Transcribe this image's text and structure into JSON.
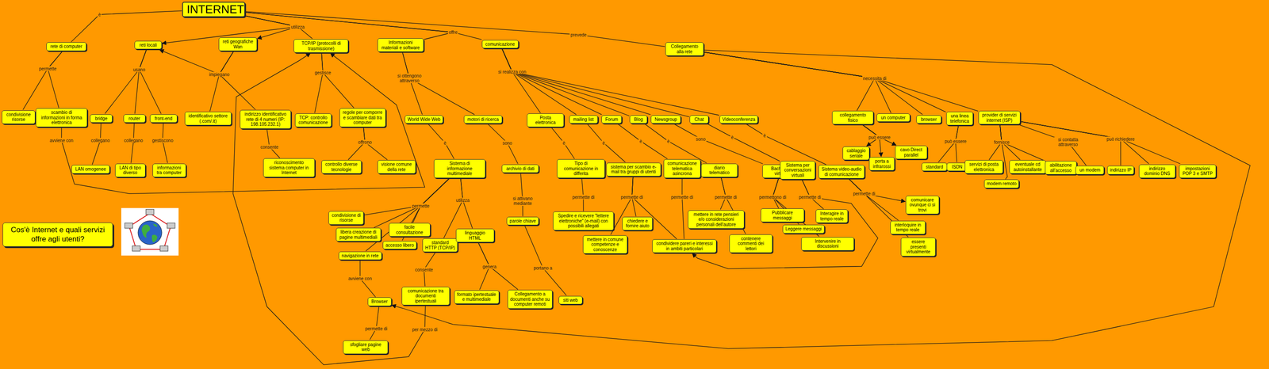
{
  "diagram": {
    "title": "Cos'è Internet e quali servizi offre agli utenti?",
    "nodes": [
      {
        "text": [
          "INTERNET"
        ]
      },
      {
        "text": [
          "rete di computer"
        ]
      },
      {
        "text": [
          "reti locali"
        ]
      },
      {
        "text": [
          "reti geografiche Wan"
        ]
      },
      {
        "text": [
          "TCP/IP (protocolli di trasmissione)"
        ]
      },
      {
        "text": [
          "Informazioni materiali e software"
        ]
      },
      {
        "text": [
          "comunicazione"
        ]
      },
      {
        "text": [
          "Collegamento alla rete"
        ]
      },
      {
        "text": [
          "condivisione risorse"
        ]
      },
      {
        "text": [
          "scambio di informazioni in forma elettronica"
        ]
      },
      {
        "text": [
          "bridge"
        ]
      },
      {
        "text": [
          "router"
        ]
      },
      {
        "text": [
          "front-end"
        ]
      },
      {
        "text": [
          "identificativo settore (.com/.it)"
        ]
      },
      {
        "text": [
          "indirizzo identificativo rete di 4 numeri (IP: 198.105.232.1)"
        ]
      },
      {
        "text": [
          "TCP: controllo comunicazione"
        ]
      },
      {
        "text": [
          "regole per comporre e scambiare dati tra computer"
        ]
      },
      {
        "text": [
          "World Wide Web"
        ]
      },
      {
        "text": [
          "motori di ricerca"
        ]
      },
      {
        "text": [
          "Posta elettronica"
        ]
      },
      {
        "text": [
          "mailing list"
        ]
      },
      {
        "text": [
          "Forum"
        ]
      },
      {
        "text": [
          "Blog"
        ]
      },
      {
        "text": [
          "Newsgroup"
        ]
      },
      {
        "text": [
          "Chat"
        ]
      },
      {
        "text": [
          "Videoconferenza"
        ]
      },
      {
        "text": [
          "collegamento fisico"
        ]
      },
      {
        "text": [
          "un computer"
        ]
      },
      {
        "text": [
          "browser"
        ]
      },
      {
        "text": [
          "una linea telefonica"
        ]
      },
      {
        "text": [
          "provider di servizi internet (ISP)"
        ]
      },
      {
        "text": [
          "LAN omogenee"
        ]
      },
      {
        "text": [
          "LAN di tipo diverso"
        ]
      },
      {
        "text": [
          "informazioni tra computer"
        ]
      },
      {
        "text": [
          "riconoscimento sistema computer in Internet"
        ]
      },
      {
        "text": [
          "controllo diverse tecnologie"
        ]
      },
      {
        "text": [
          "visione comune della rete"
        ]
      },
      {
        "text": [
          "Sistema di informazione multimediale"
        ]
      },
      {
        "text": [
          "archivio di dati"
        ]
      },
      {
        "text": [
          "Tipo di comunicazione in differita"
        ]
      },
      {
        "text": [
          "sistema per scambio e-mail tra gruppi di utenti"
        ]
      },
      {
        "text": [
          "comunicazione telematica asincrona"
        ]
      },
      {
        "text": [
          "diario telematico"
        ]
      },
      {
        "text": [
          "Bacheche virtuali"
        ]
      },
      {
        "text": [
          "Sistema per conversazioni virtuali"
        ]
      },
      {
        "text": [
          "Sistema video-audio di comunicazione"
        ]
      },
      {
        "text": [
          "cablaggio seriale"
        ]
      },
      {
        "text": [
          "porta a infrarossi"
        ]
      },
      {
        "text": [
          "cavo Direct parallel"
        ]
      },
      {
        "text": [
          "standard"
        ]
      },
      {
        "text": [
          "ISDN"
        ]
      },
      {
        "text": [
          "servizi di posta elettronica"
        ]
      },
      {
        "text": [
          "eventuale cd autoinstallante"
        ]
      },
      {
        "text": [
          "abilitazione all'accesso"
        ]
      },
      {
        "text": [
          "un modem"
        ]
      },
      {
        "text": [
          "indirizzo IP"
        ]
      },
      {
        "text": [
          "indirizzo dominio DNS"
        ]
      },
      {
        "text": [
          "impostazioni POP 3 e SMTP"
        ]
      },
      {
        "text": [
          "modem remoto"
        ]
      },
      {
        "text": [
          "comunicare ovunque ci si trovi"
        ]
      },
      {
        "text": [
          "condivisione di risorse"
        ]
      },
      {
        "text": [
          "libera creazione di pagine multimediali"
        ]
      },
      {
        "text": [
          "facile consultazione"
        ]
      },
      {
        "text": [
          "accesso libero"
        ]
      },
      {
        "text": [
          "navigazione in rete"
        ]
      },
      {
        "text": [
          "standard HTTP (TCP/IP)"
        ]
      },
      {
        "text": [
          "linguaggio HTML"
        ]
      },
      {
        "text": [
          "parole chiave"
        ]
      },
      {
        "text": [
          "Spedire e ricevere \"lettere elettroniche\" (e-mail) con possibili allegati"
        ]
      },
      {
        "text": [
          "mettere in comune competenze e conoscenze"
        ]
      },
      {
        "text": [
          "chiedere e fornire aiuto"
        ]
      },
      {
        "text": [
          "condividere pareri e interessi in ambiti particolari"
        ]
      },
      {
        "text": [
          "mettere in rete pensieri e/o considerazioni personali dell'autore"
        ]
      },
      {
        "text": [
          "contenere commenti dei lettori"
        ]
      },
      {
        "text": [
          "Pubblicare messaggi"
        ]
      },
      {
        "text": [
          "Leggere messaggi"
        ]
      },
      {
        "text": [
          "Intervenire in discussioni"
        ]
      },
      {
        "text": [
          "Interagire in tempo reale"
        ]
      },
      {
        "text": [
          "interloquire in tempo reale"
        ]
      },
      {
        "text": [
          "essere presenti virtualmente"
        ]
      },
      {
        "text": [
          "Browser"
        ]
      },
      {
        "text": [
          "comunicazione tra documenti ipertestuali"
        ]
      },
      {
        "text": [
          "formato ipertestuale e multimediale"
        ]
      },
      {
        "text": [
          "Collegamento a documenti anche su computer remoti"
        ]
      },
      {
        "text": [
          "siti web"
        ]
      },
      {
        "text": [
          "sfogliare pagine web"
        ]
      }
    ],
    "edges": [
      {
        "from": 0,
        "to": 1,
        "arrow": "none",
        "label": "è"
      },
      {
        "from": 0,
        "to": 2,
        "arrow": "to",
        "label": "utilizza"
      },
      {
        "from": 0,
        "to": 3,
        "arrow": "to"
      },
      {
        "from": 0,
        "to": 4,
        "arrow": "none"
      },
      {
        "from": 0,
        "to": 5,
        "arrow": "none",
        "label": "offre"
      },
      {
        "from": 0,
        "to": 6,
        "arrow": "none"
      },
      {
        "from": 0,
        "to": 7,
        "arrow": "none",
        "label": "prevede"
      },
      {
        "from": 1,
        "to": 8,
        "arrow": "none",
        "label": "permette"
      },
      {
        "from": 1,
        "to": 9,
        "arrow": "none"
      },
      {
        "from": 9,
        "to": 4,
        "arrow": "to",
        "label": "avviene con"
      },
      {
        "from": 2,
        "to": 10,
        "arrow": "none",
        "label": "usano"
      },
      {
        "from": 2,
        "to": 11,
        "arrow": "none"
      },
      {
        "from": 2,
        "to": 12,
        "arrow": "none"
      },
      {
        "from": 10,
        "to": 31,
        "arrow": "none",
        "label": "collegano"
      },
      {
        "from": 11,
        "to": 32,
        "arrow": "none",
        "label": "collegano"
      },
      {
        "from": 12,
        "to": 33,
        "arrow": "none",
        "label": "gestiscono"
      },
      {
        "from": 3,
        "to": 13,
        "arrow": "none",
        "label": "impiegano"
      },
      {
        "from": 3,
        "to": 14,
        "arrow": "none"
      },
      {
        "from": 3,
        "to": 2,
        "arrow": "to"
      },
      {
        "from": 14,
        "to": 34,
        "arrow": "none",
        "label": "consente"
      },
      {
        "from": 4,
        "to": 15,
        "arrow": "none",
        "label": "gestisce"
      },
      {
        "from": 4,
        "to": 16,
        "arrow": "none"
      },
      {
        "from": 16,
        "to": 35,
        "arrow": "none",
        "label": "offrono"
      },
      {
        "from": 16,
        "to": 36,
        "arrow": "none"
      },
      {
        "from": 5,
        "to": 17,
        "arrow": "none",
        "label": "si ottengono attraverso"
      },
      {
        "from": 5,
        "to": 18,
        "arrow": "none"
      },
      {
        "from": 17,
        "to": 37,
        "arrow": "none",
        "label": "è"
      },
      {
        "from": 18,
        "to": 38,
        "arrow": "none",
        "label": "sono"
      },
      {
        "from": 38,
        "to": 67,
        "arrow": "none",
        "label": "si attivano mediante"
      },
      {
        "from": 67,
        "to": 84,
        "arrow": "none",
        "label": "portano a"
      },
      {
        "from": 37,
        "to": 60,
        "arrow": "none",
        "label": "permette"
      },
      {
        "from": 37,
        "to": 61,
        "arrow": "none"
      },
      {
        "from": 37,
        "to": 62,
        "arrow": "none"
      },
      {
        "from": 37,
        "to": 63,
        "arrow": "none"
      },
      {
        "from": 37,
        "to": 64,
        "arrow": "none"
      },
      {
        "from": 37,
        "to": 65,
        "arrow": "none",
        "label": "utilizza"
      },
      {
        "from": 37,
        "to": 66,
        "arrow": "none"
      },
      {
        "from": 64,
        "to": 80,
        "arrow": "none",
        "label": "avviene con"
      },
      {
        "from": 80,
        "to": 85,
        "arrow": "none",
        "label": "permette di"
      },
      {
        "from": 65,
        "to": 81,
        "arrow": "none",
        "label": "consente"
      },
      {
        "from": 66,
        "to": 82,
        "arrow": "none",
        "label": "genera"
      },
      {
        "from": 66,
        "to": 83,
        "arrow": "none"
      },
      {
        "from": 81,
        "to": 4,
        "arrow": "to",
        "label": "per mezzo di"
      },
      {
        "from": 6,
        "to": 19,
        "arrow": "none",
        "label": "si realizza con"
      },
      {
        "from": 6,
        "to": 20,
        "arrow": "none"
      },
      {
        "from": 6,
        "to": 21,
        "arrow": "none"
      },
      {
        "from": 6,
        "to": 22,
        "arrow": "none"
      },
      {
        "from": 6,
        "to": 23,
        "arrow": "none"
      },
      {
        "from": 6,
        "to": 24,
        "arrow": "none"
      },
      {
        "from": 6,
        "to": 25,
        "arrow": "none"
      },
      {
        "from": 19,
        "to": 39,
        "arrow": "none",
        "label": "è"
      },
      {
        "from": 20,
        "to": 40,
        "arrow": "none",
        "label": "è"
      },
      {
        "from": 21,
        "to": 41,
        "arrow": "none",
        "label": "è"
      },
      {
        "from": 22,
        "to": 42,
        "arrow": "none",
        "label": "è"
      },
      {
        "from": 23,
        "to": 43,
        "arrow": "none",
        "label": "sono"
      },
      {
        "from": 24,
        "to": 44,
        "arrow": "none",
        "label": "è"
      },
      {
        "from": 25,
        "to": 45,
        "arrow": "none",
        "label": "è"
      },
      {
        "from": 39,
        "to": 68,
        "arrow": "none",
        "label": "permette di"
      },
      {
        "from": 40,
        "to": 69,
        "arrow": "none",
        "label": "permette di"
      },
      {
        "from": 40,
        "to": 70,
        "arrow": "none"
      },
      {
        "from": 40,
        "to": 71,
        "arrow": "none"
      },
      {
        "from": 41,
        "to": 71,
        "arrow": "none",
        "label": "permette di"
      },
      {
        "from": 42,
        "to": 72,
        "arrow": "none",
        "label": "permette di"
      },
      {
        "from": 42,
        "to": 73,
        "arrow": "none"
      },
      {
        "from": 43,
        "to": 74,
        "arrow": "none",
        "label": "permettono di"
      },
      {
        "from": 43,
        "to": 75,
        "arrow": "none"
      },
      {
        "from": 43,
        "to": 76,
        "arrow": "none"
      },
      {
        "from": 44,
        "to": 77,
        "arrow": "none",
        "label": "permette di"
      },
      {
        "from": 44,
        "to": 71,
        "arrow": "to"
      },
      {
        "from": 45,
        "to": 59,
        "arrow": "to",
        "label": "permette di"
      },
      {
        "from": 45,
        "to": 78,
        "arrow": "none"
      },
      {
        "from": 45,
        "to": 79,
        "arrow": "none"
      },
      {
        "from": 7,
        "to": 26,
        "arrow": "none",
        "label": "necessita di"
      },
      {
        "from": 7,
        "to": 27,
        "arrow": "none"
      },
      {
        "from": 7,
        "to": 28,
        "arrow": "none"
      },
      {
        "from": 7,
        "to": 29,
        "arrow": "none"
      },
      {
        "from": 7,
        "to": 30,
        "arrow": "none"
      },
      {
        "from": 26,
        "to": 46,
        "arrow": "to",
        "label": "può essere"
      },
      {
        "from": 26,
        "to": 47,
        "arrow": "to"
      },
      {
        "from": 26,
        "to": 48,
        "arrow": "to"
      },
      {
        "from": 29,
        "to": 49,
        "arrow": "none",
        "label": "può essere"
      },
      {
        "from": 29,
        "to": 50,
        "arrow": "none"
      },
      {
        "from": 30,
        "to": 51,
        "arrow": "none",
        "label": "fornisce"
      },
      {
        "from": 30,
        "to": 52,
        "arrow": "none"
      },
      {
        "from": 30,
        "to": 53,
        "arrow": "none"
      },
      {
        "from": 30,
        "to": 58,
        "arrow": "none"
      },
      {
        "from": 30,
        "to": 54,
        "arrow": "none",
        "label": "si contatta attraverso"
      },
      {
        "from": 30,
        "to": 55,
        "arrow": "none",
        "label": "può richiedere"
      },
      {
        "from": 30,
        "to": 56,
        "arrow": "none"
      },
      {
        "from": 30,
        "to": 57,
        "arrow": "none"
      },
      {
        "from": 7,
        "to": 80,
        "arrow": "to"
      }
    ]
  }
}
